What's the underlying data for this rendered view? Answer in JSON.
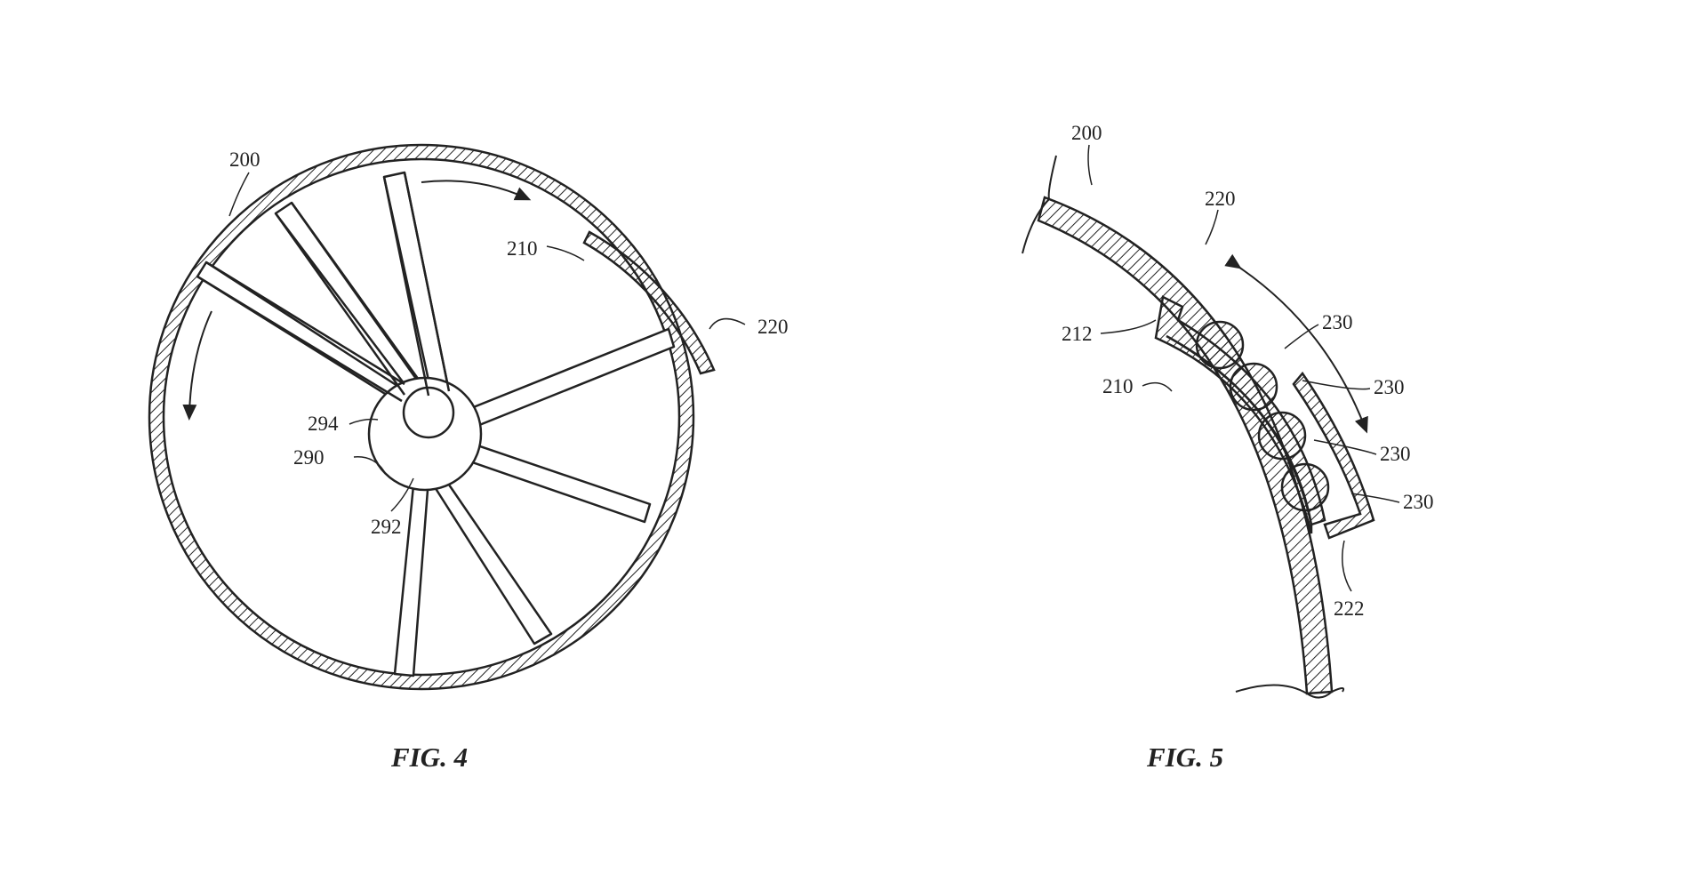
{
  "fig4": {
    "caption": "FIG. 4",
    "labels": {
      "r200": "200",
      "r210": "210",
      "r220": "220",
      "r290": "290",
      "r292": "292",
      "r294": "294"
    }
  },
  "fig5": {
    "caption": "FIG. 5",
    "labels": {
      "r200": "200",
      "r220": "220",
      "r212": "212",
      "r210": "210",
      "r230a": "230",
      "r230b": "230",
      "r230c": "230",
      "r230d": "230",
      "r222": "222"
    }
  },
  "colors": {
    "ink": "#222222",
    "paper": "#ffffff"
  }
}
